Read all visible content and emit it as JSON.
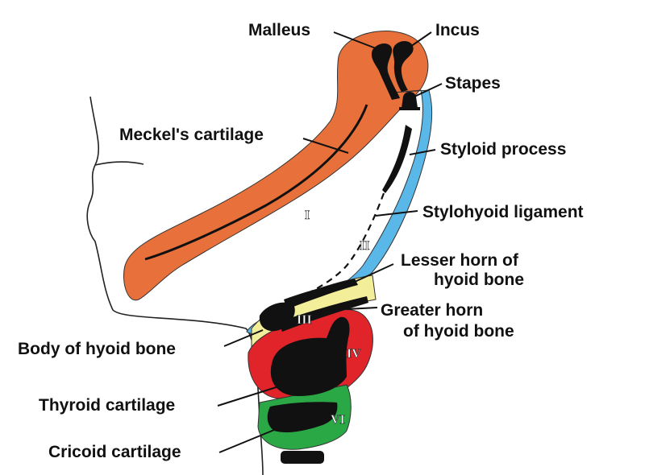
{
  "labels": {
    "malleus": "Malleus",
    "incus": "Incus",
    "stapes": "Stapes",
    "meckels_cartilage": "Meckel's cartilage",
    "styloid_process": "Styloid process",
    "stylohyoid_ligament": "Stylohyoid ligament",
    "lesser_horn_line1": "Lesser horn of",
    "lesser_horn_line2": "hyoid bone",
    "greater_horn_line1": "Greater horn",
    "greater_horn_line2": "of hyoid bone",
    "body_of_hyoid": "Body of hyoid bone",
    "thyroid_cartilage": "Thyroid cartilage",
    "cricoid_cartilage": "Cricoid cartilage"
  },
  "arch_numerals": {
    "first": "I",
    "second": "II",
    "third": "III",
    "fourth": "IV",
    "sixth": "VI"
  },
  "colors": {
    "first_arch": "#e8703a",
    "second_arch": "#5ab8e8",
    "third_arch": "#f3ee9a",
    "fourth_arch": "#e0242a",
    "sixth_arch": "#2aa846",
    "bone": "#111111"
  }
}
